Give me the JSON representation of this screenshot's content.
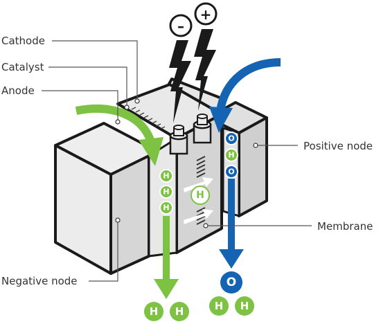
{
  "labels": {
    "cathode": "Cathode",
    "catalyst": "Catalyst",
    "anode": "Anode",
    "positive_node": "Positive node",
    "membrane": "Membrane",
    "negative_node": "Negative node"
  },
  "terminals": {
    "negative": "–",
    "positive": "+"
  },
  "atoms": {
    "hydrogen": "H",
    "oxygen": "O"
  },
  "colors": {
    "hydrogen": "#7dc242",
    "oxygen": "#1564b4",
    "outline": "#1a1a1a",
    "body_light": "#ededed",
    "body_mid": "#dadada",
    "body_dark": "#bdbdbd"
  },
  "icons": {
    "lightning": "lightning-bolt-icon",
    "flow_arrow": "curved-arrow-icon"
  }
}
